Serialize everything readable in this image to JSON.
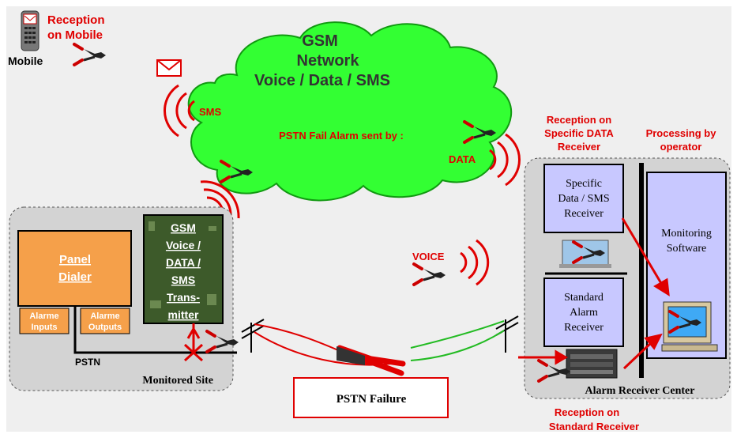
{
  "mobile": {
    "reception_line1": "Reception",
    "reception_line2": "on Mobile",
    "label": "Mobile"
  },
  "cloud": {
    "line1": "GSM",
    "line2": "Network",
    "line3": "Voice / Data / SMS",
    "alarm_text": "PSTN Fail Alarm sent by :",
    "sms_label": "SMS",
    "data_label": "DATA",
    "voice_label": "VOICE"
  },
  "site": {
    "panel_line1": "Panel",
    "panel_line2": "Dialer",
    "inputs_line1": "Alarme",
    "inputs_line2": "Inputs",
    "outputs_line1": "Alarme",
    "outputs_line2": "Outputs",
    "gsm_lines": [
      "GSM",
      "Voice /",
      "DATA /",
      "SMS",
      "Trans-",
      "mitter"
    ],
    "pstn_label": "PSTN",
    "name": "Monitored Site"
  },
  "failure": {
    "label": "PSTN Failure"
  },
  "center": {
    "specific_recv_line1": "Reception on",
    "specific_recv_line2": "Specific DATA",
    "specific_recv_line3": "Receiver",
    "processing_line1": "Processing by",
    "processing_line2": "operator",
    "data_box_lines": [
      "Specific",
      "Data / SMS",
      "Receiver"
    ],
    "std_box_lines": [
      "Standard",
      "Alarm",
      "Receiver"
    ],
    "monitor_lines": [
      "Monitoring",
      "Software"
    ],
    "name": "Alarm Receiver Center",
    "std_recv_line1": "Reception on",
    "std_recv_line2": "Standard Receiver"
  },
  "colors": {
    "red": "#e00000",
    "cloud": "#33ff33",
    "orange": "#f5a04a",
    "lavender": "#c8c8ff",
    "panel_bg": "#d3d3d3"
  }
}
